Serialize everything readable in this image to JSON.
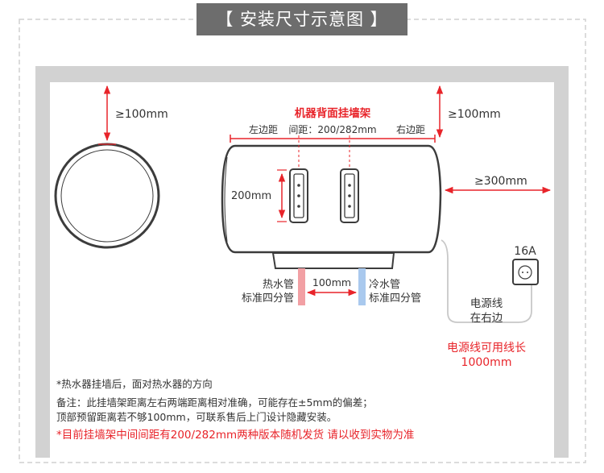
{
  "title": "【 安装尺寸示意图 】",
  "labels": {
    "top_clearance_left": "≥100mm",
    "top_clearance_right": "≥100mm",
    "side_clearance": "≥300mm",
    "bracket_title": "机器背面挂墙架",
    "left_margin": "左边距",
    "spacing": "间距：200/282mm",
    "right_margin": "右边距",
    "bracket_height": "200mm",
    "pipe_spacing": "100mm",
    "hot_pipe": "热水管",
    "hot_pipe_spec": "标准四分管",
    "cold_pipe": "冷水管",
    "cold_pipe_spec": "标准四分管",
    "socket": "16A",
    "power_cord_1": "电源线",
    "power_cord_2": "在右边",
    "cord_length_1": "电源线可用线长",
    "cord_length_2": "1000mm"
  },
  "notes": [
    "*热水器挂墙后，面对热水器的方向",
    "备注：此挂墙架距离左右两端距离相对准确，可能存在±5mm的偏差；",
    "顶部预留距离若不够100mm，可联系售后上门设计隐藏安装。"
  ],
  "warning": "*目前挂墙架中间间距有200/282mm两种版本随机发货 请以收到实物为准",
  "colors": {
    "accent_red": "#e8242a",
    "wall_gray": "#d2d2d2",
    "outline": "#3c3c3c",
    "hot_pipe": "#f2a0a4",
    "cold_pipe": "#a9c9ee",
    "title_bg": "#6d6d6d"
  }
}
